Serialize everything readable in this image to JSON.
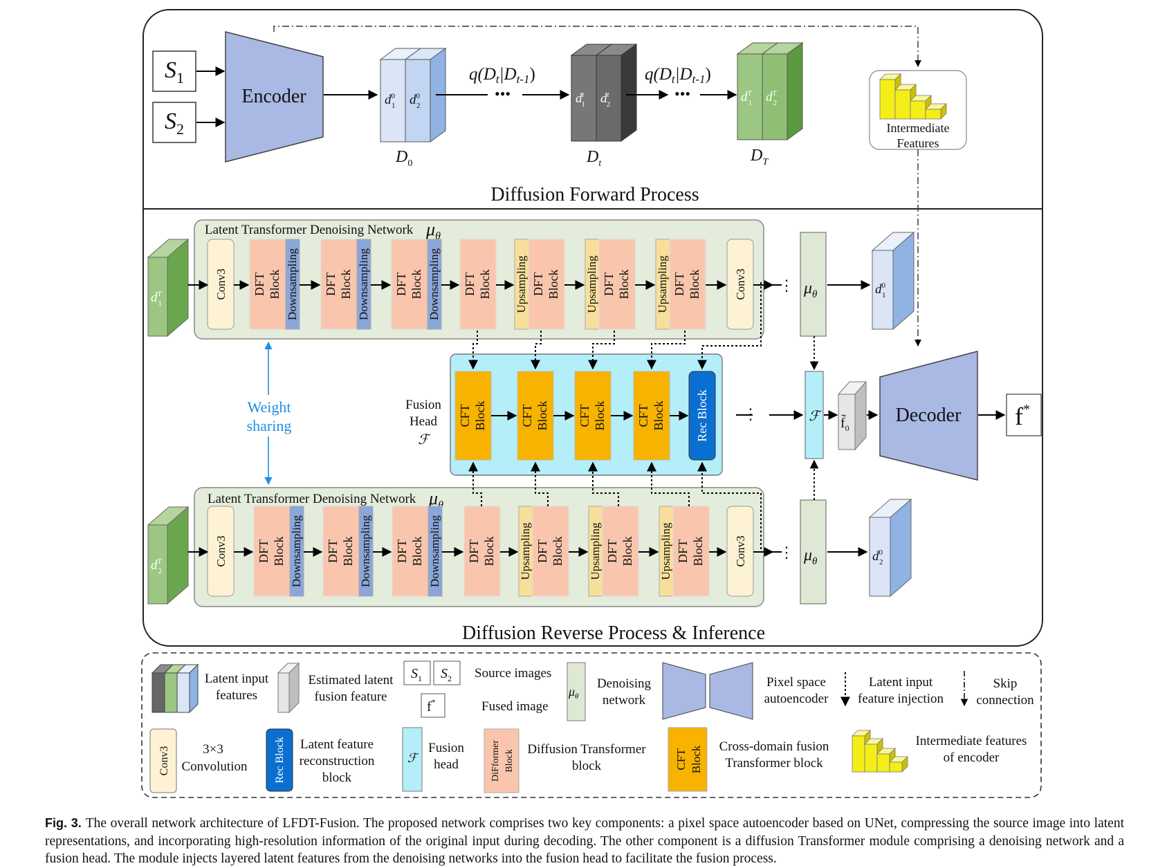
{
  "forward": {
    "inputs": [
      {
        "main": "S",
        "sub": "1"
      },
      {
        "main": "S",
        "sub": "2"
      }
    ],
    "encoder": "Encoder",
    "d0_labels": [
      {
        "main": "d",
        "sub": "1",
        "sup": "0"
      },
      {
        "main": "d",
        "sub": "2",
        "sup": "0"
      }
    ],
    "dt_labels": [
      {
        "main": "d",
        "sub": "1",
        "sup": "t"
      },
      {
        "main": "d",
        "sub": "2",
        "sup": "t"
      }
    ],
    "dT_labels": [
      {
        "main": "d",
        "sub": "1",
        "sup": "T"
      },
      {
        "main": "d",
        "sub": "2",
        "sup": "T"
      }
    ],
    "stack_names": [
      {
        "main": "D",
        "sub": "0"
      },
      {
        "main": "D",
        "sub": "t"
      },
      {
        "main": "D",
        "sub": "T"
      }
    ],
    "transition": {
      "q": "q(D",
      "d1": "t",
      "bar": "|D",
      "d2": "t-1",
      ")": ")"
    },
    "ellipsis": "•••",
    "intermediate": [
      "Intermediate",
      "Features"
    ],
    "title": "Diffusion Forward Process"
  },
  "reverse": {
    "net_title": "Latent Transformer Denoising Network",
    "mu": "μ",
    "mu_sub": "θ",
    "conv": "Conv3",
    "dft": [
      "DFT",
      "Block"
    ],
    "down": "Downsampling",
    "up": "Upsampling",
    "in_top": {
      "main": "d",
      "sub": "1",
      "sup": "T"
    },
    "in_bot": {
      "main": "d",
      "sub": "2",
      "sup": "T"
    },
    "out_top": {
      "main": "d",
      "sub": "1",
      "sup": "0"
    },
    "out_bot": {
      "main": "d",
      "sub": "2",
      "sup": "0"
    },
    "weight_sharing": [
      "Weight",
      "sharing"
    ],
    "fusion_head": [
      "Fusion",
      "Head"
    ],
    "fusion_symbol": "ℱ",
    "cft": [
      "CFT",
      "Block"
    ],
    "rec": "Rec Block",
    "f0": "f̃",
    "f0_sub": "0",
    "decoder": "Decoder",
    "fstar": "f",
    "fstar_sup": "*",
    "title": "Diffusion Reverse Process & Inference"
  },
  "legend": {
    "latent_input": [
      "Latent input",
      "features"
    ],
    "estimated": [
      "Estimated latent",
      "fusion feature"
    ],
    "source": "Source images",
    "fused": "Fused image",
    "denoising": [
      "Denoising",
      "network"
    ],
    "pixel_ae": [
      "Pixel space",
      "autoencoder"
    ],
    "latent_injection": [
      "Latent input",
      "feature injection"
    ],
    "skip": [
      "Skip",
      "connection"
    ],
    "conv_box": "Conv3",
    "conv_desc": [
      "3×3",
      "Convolution"
    ],
    "rec_box": "Rec Block",
    "rec_desc": [
      "Latent feature",
      "reconstruction",
      "block"
    ],
    "fusion_desc": [
      "Fusion",
      "head"
    ],
    "diff_box": [
      "DiFformer",
      "Block"
    ],
    "diff_desc": [
      "Diffusion Transformer",
      "block"
    ],
    "cft_box": [
      "CFT",
      "Block"
    ],
    "cft_desc": [
      "Cross-domain fusion",
      "Transformer block"
    ],
    "inter_desc": [
      "Intermediate features",
      "of  encoder"
    ]
  },
  "caption": {
    "label": "Fig. 3.",
    "text": "The overall network architecture of LFDT-Fusion. The proposed network comprises two key components: a pixel space autoencoder based on UNet, compressing the source image into latent representations, and incorporating high-resolution information of the original input during decoding. The other component is a diffusion Transformer module comprising a denoising network and a fusion head. The module injects layered latent features from the denoising networks into the fusion head to facilitate the fusion process."
  },
  "colors": {
    "encoder": "#a9b9e3",
    "green_panel": "#e4ecdb",
    "dft": "#f9c6ad",
    "down": "#8ba6d8",
    "up": "#f7df9b",
    "conv": "#fdf2d4",
    "cft": "#f7b300",
    "rec": "#0a6fd1",
    "fusion_panel": "#b4eef9",
    "mu_box": "#dfe8d5",
    "yellow": "#f3ee18",
    "accent_blue": "#1f8ee0"
  }
}
